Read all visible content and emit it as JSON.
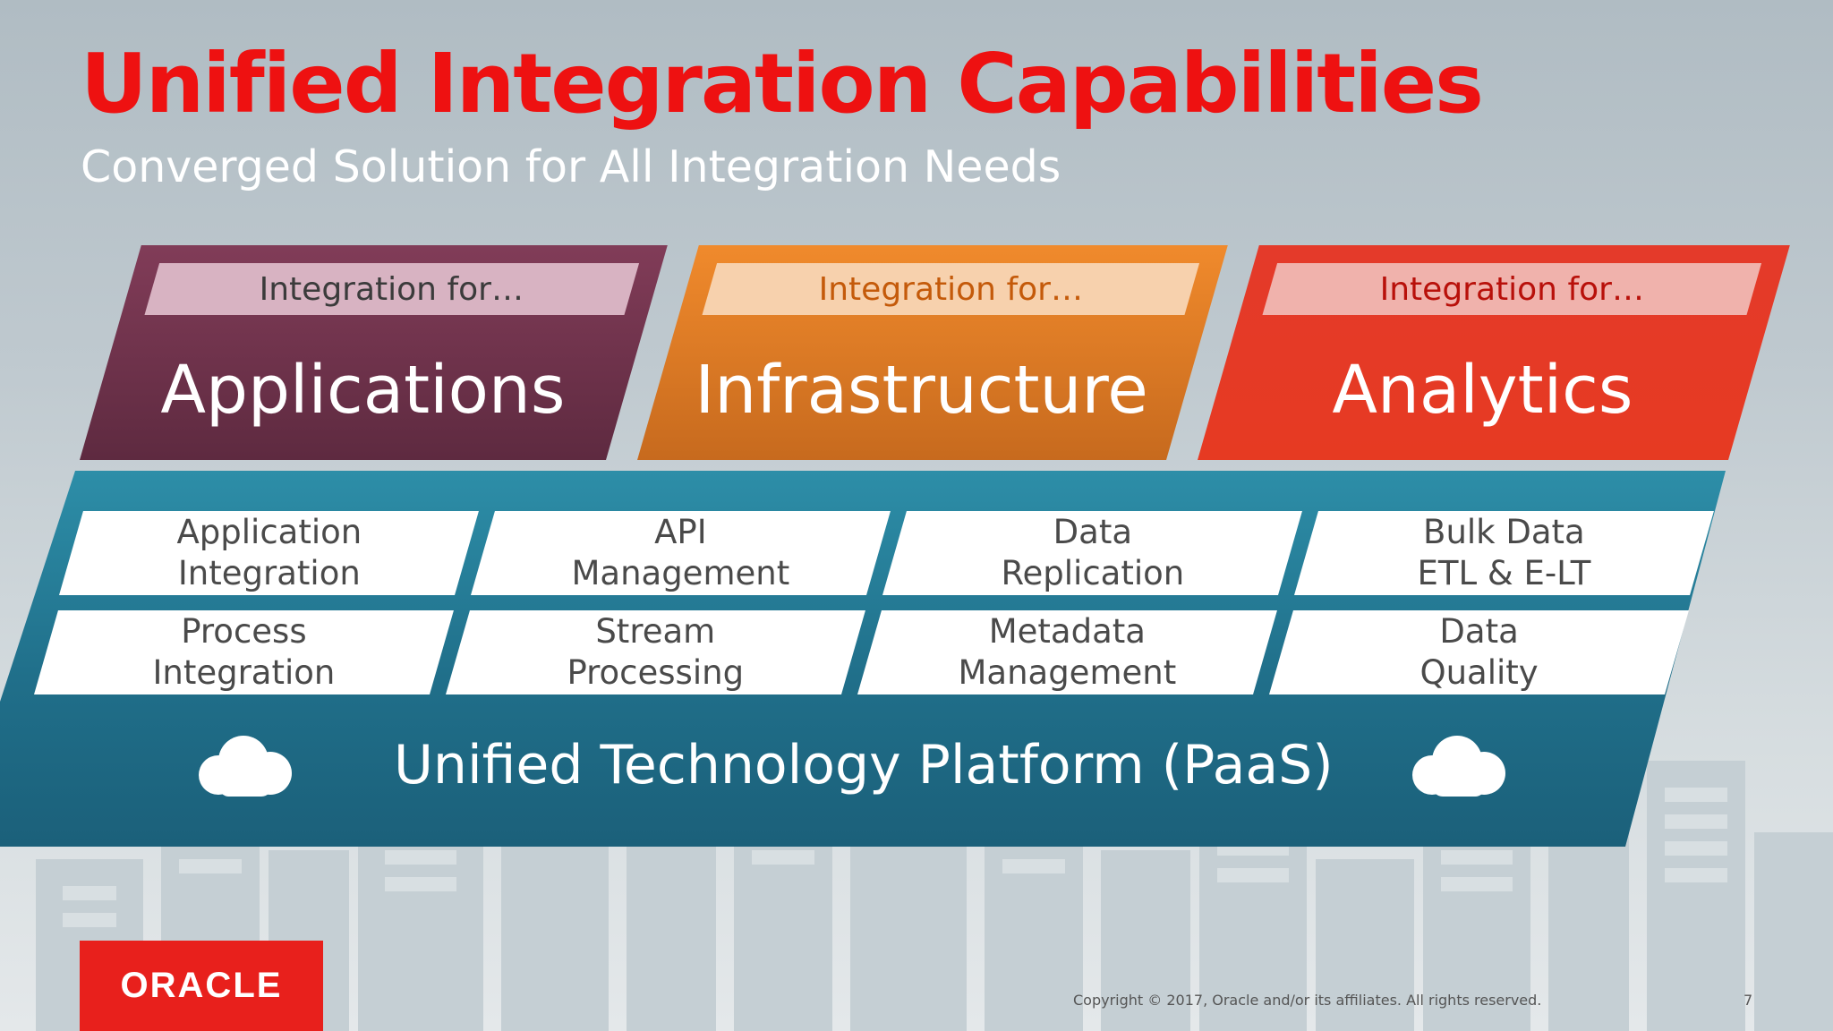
{
  "slide": {
    "title": "Unified Integration Capabilities",
    "subtitle": "Converged Solution for All Integration Needs"
  },
  "pillars": [
    {
      "tag": "Integration for…",
      "heading": "Applications"
    },
    {
      "tag": "Integration for…",
      "heading": "Infrastructure"
    },
    {
      "tag": "Integration for…",
      "heading": "Analytics"
    }
  ],
  "capabilities": [
    {
      "label": "Application\nIntegration"
    },
    {
      "label": "API\nManagement"
    },
    {
      "label": "Data\nReplication"
    },
    {
      "label": "Bulk Data\nETL & E-LT"
    },
    {
      "label": "Process\nIntegration"
    },
    {
      "label": "Stream\nProcessing"
    },
    {
      "label": "Metadata\nManagement"
    },
    {
      "label": "Data\nQuality"
    }
  ],
  "platform": {
    "label": "Unified Technology Platform (PaaS)",
    "icons": [
      "cloud-icon",
      "cloud-icon"
    ]
  },
  "footer": {
    "logo_text": "ORACLE",
    "copyright": "Copyright © 2017, Oracle and/or its affiliates. All rights reserved.",
    "page_number": "7"
  },
  "colors": {
    "title": "#ee1111",
    "applications": "#6b2f48",
    "infrastructure": "#e07b26",
    "analytics": "#e63a22",
    "platform": "#206f8a",
    "oracle_red": "#e8201c"
  }
}
